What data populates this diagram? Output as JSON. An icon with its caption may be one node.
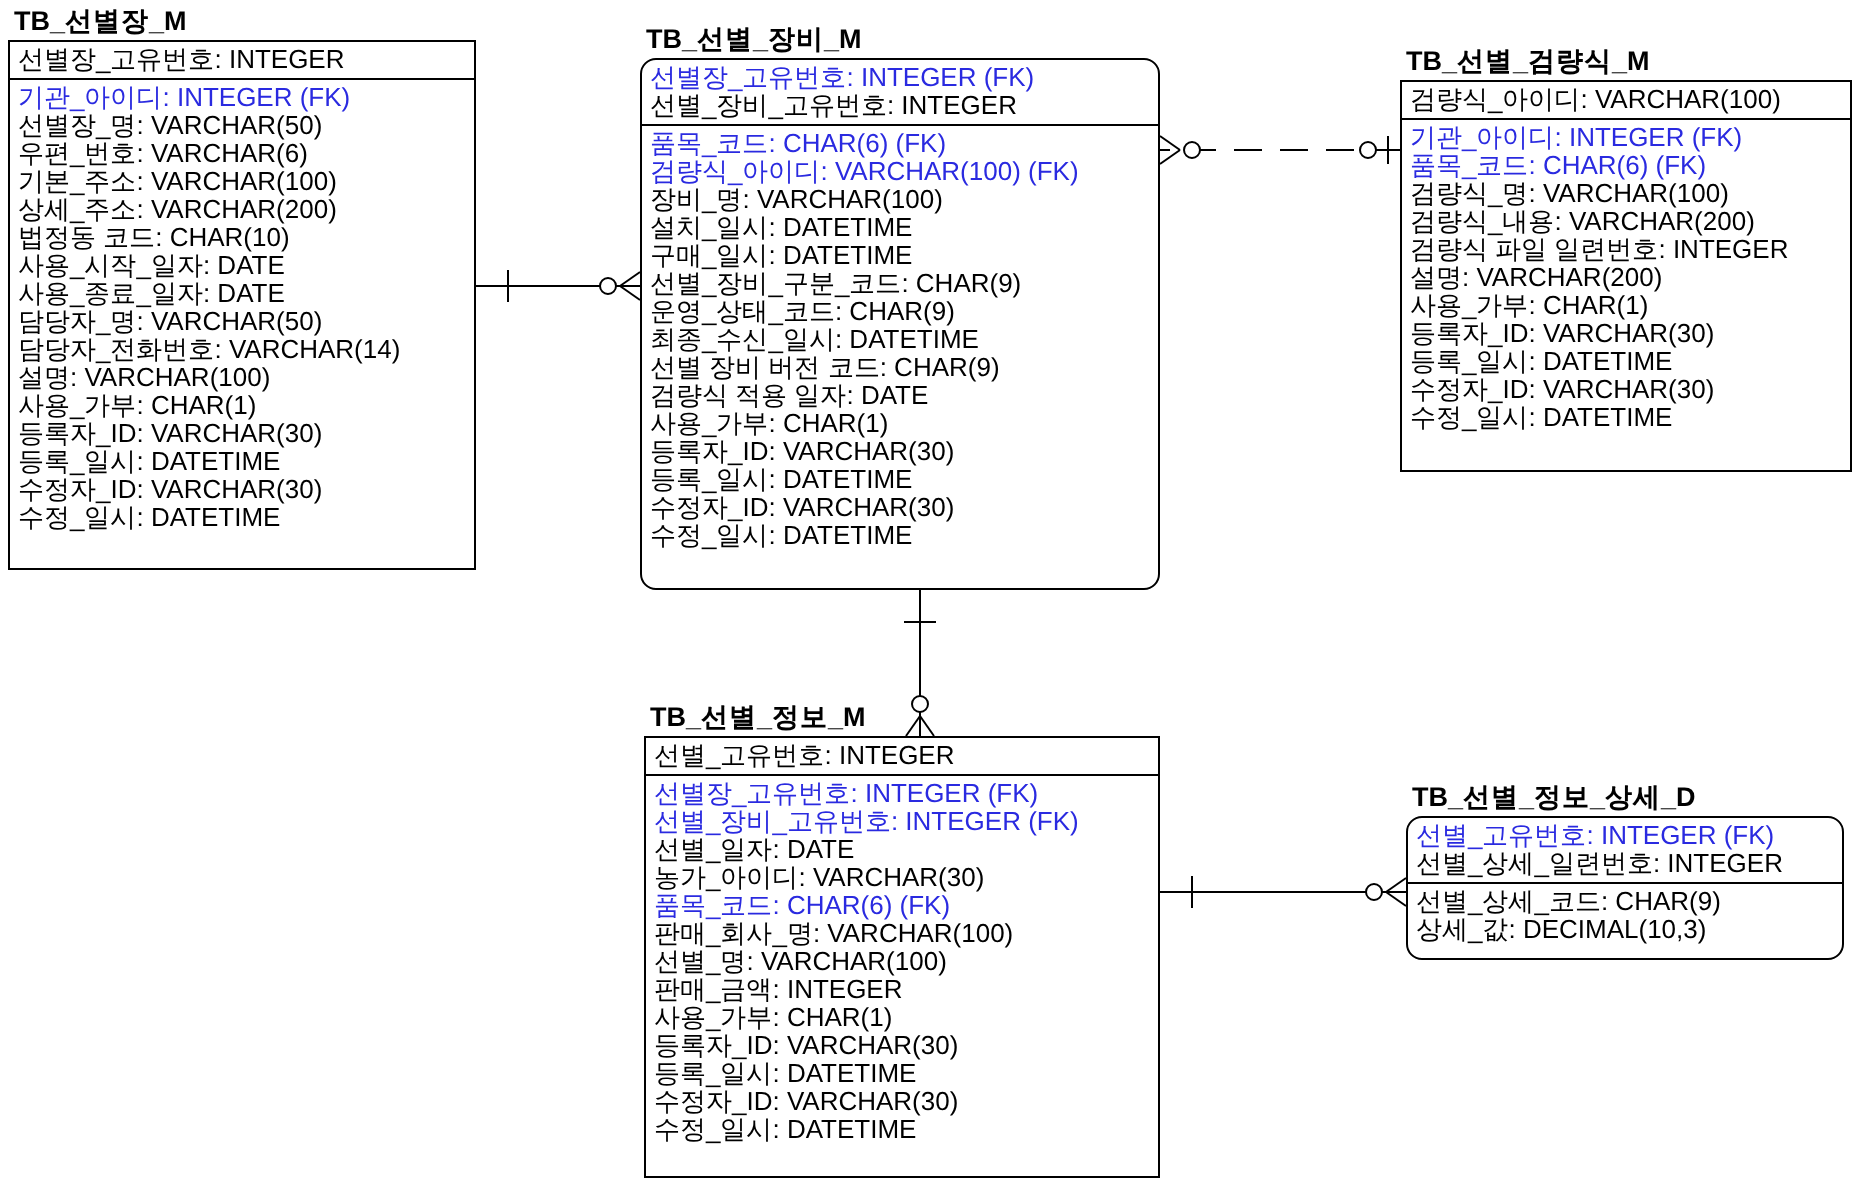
{
  "diagram": {
    "nodes": [
      {
        "text": [
          "TB_선별장_M",
          "선별장_고유번호: INTEGER",
          "기관_아이디: INTEGER (FK)",
          "선별장_명: VARCHAR(50)",
          "우편_번호: VARCHAR(6)",
          "기본_주소: VARCHAR(100)",
          "상세_주소: VARCHAR(200)",
          "법정동 코드: CHAR(10)",
          "사용_시작_일자: DATE",
          "사용_종료_일자: DATE",
          "담당자_명: VARCHAR(50)",
          "담당자_전화번호: VARCHAR(14)",
          "설명: VARCHAR(100)",
          "사용_가부: CHAR(1)",
          "등록자_ID: VARCHAR(30)",
          "등록_일시: DATETIME",
          "수정자_ID: VARCHAR(30)",
          "수정_일시: DATETIME"
        ]
      },
      {
        "text": [
          "TB_선별_장비_M",
          "선별장_고유번호: INTEGER (FK)",
          "선별_장비_고유번호: INTEGER",
          "품목_코드: CHAR(6) (FK)",
          "검량식_아이디: VARCHAR(100) (FK)",
          "장비_명: VARCHAR(100)",
          "설치_일시: DATETIME",
          "구매_일시: DATETIME",
          "선별_장비_구분_코드: CHAR(9)",
          "운영_상태_코드: CHAR(9)",
          "최종_수신_일시: DATETIME",
          "선별 장비 버전 코드: CHAR(9)",
          "검량식 적용 일자: DATE",
          "사용_가부: CHAR(1)",
          "등록자_ID: VARCHAR(30)",
          "등록_일시: DATETIME",
          "수정자_ID: VARCHAR(30)",
          "수정_일시: DATETIME"
        ]
      },
      {
        "text": [
          "TB_선별_검량식_M",
          "검량식_아이디: VARCHAR(100)",
          "기관_아이디: INTEGER (FK)",
          "품목_코드: CHAR(6) (FK)",
          "검량식_명: VARCHAR(100)",
          "검량식_내용: VARCHAR(200)",
          "검량식 파일 일련번호: INTEGER",
          "설명: VARCHAR(200)",
          "사용_가부: CHAR(1)",
          "등록자_ID: VARCHAR(30)",
          "등록_일시: DATETIME",
          "수정자_ID: VARCHAR(30)",
          "수정_일시: DATETIME"
        ]
      },
      {
        "text": [
          "TB_선별_정보_M",
          "선별_고유번호: INTEGER",
          "선별장_고유번호: INTEGER (FK)",
          "선별_장비_고유번호: INTEGER (FK)",
          "선별_일자: DATE",
          "농가_아이디: VARCHAR(30)",
          "품목_코드: CHAR(6) (FK)",
          "판매_회사_명: VARCHAR(100)",
          "선별_명: VARCHAR(100)",
          "판매_금액: INTEGER",
          "사용_가부: CHAR(1)",
          "등록자_ID: VARCHAR(30)",
          "등록_일시: DATETIME",
          "수정자_ID: VARCHAR(30)",
          "수정_일시: DATETIME"
        ]
      },
      {
        "text": [
          "TB_선별_정보_상세_D",
          "선별_고유번호: INTEGER (FK)",
          "선별_상세_일련번호: INTEGER",
          "선별_상세_코드: CHAR(9)",
          "상세_값: DECIMAL(10,3)"
        ]
      }
    ],
    "edges": [
      {
        "from": 0,
        "to": 1,
        "arrow": "other"
      },
      {
        "from": 2,
        "to": 1,
        "arrow": "other",
        "style": "dashed"
      },
      {
        "from": 1,
        "to": 3,
        "arrow": "other"
      },
      {
        "from": 3,
        "to": 4,
        "arrow": "other"
      }
    ]
  }
}
